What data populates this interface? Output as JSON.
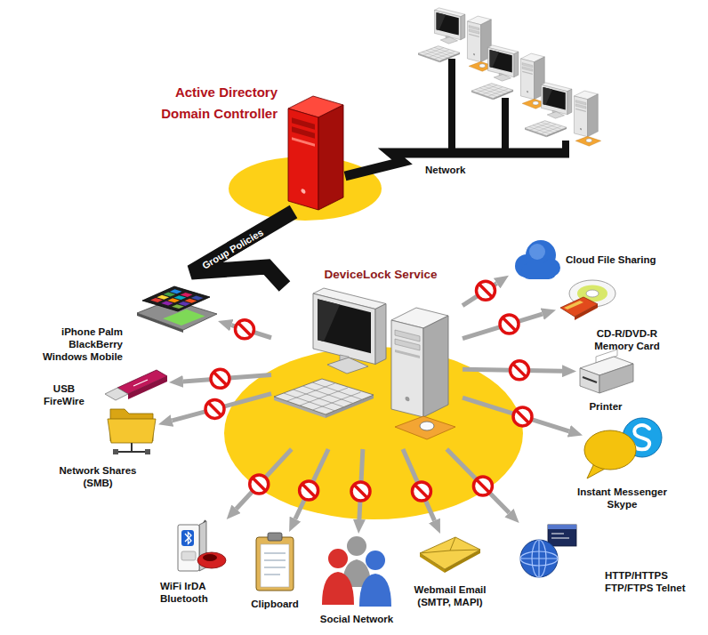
{
  "diagram": {
    "nodes": [
      {
        "text": [
          "Active Directory Domain Controller"
        ]
      },
      {
        "text": [
          "DeviceLock Service"
        ]
      },
      {
        "text": [
          "Cloud File Sharing"
        ]
      },
      {
        "text": [
          "CD-R/DVD-R Memory Card"
        ]
      },
      {
        "text": [
          "Printer"
        ]
      },
      {
        "text": [
          "Instant Messenger Skype"
        ]
      },
      {
        "text": [
          "HTTP/HTTPS FTP/FTPS Telnet"
        ]
      },
      {
        "text": [
          "Webmail Email (SMTP, MAPI)"
        ]
      },
      {
        "text": [
          "Social Network"
        ]
      },
      {
        "text": [
          "Clipboard"
        ]
      },
      {
        "text": [
          "WiFi IrDA Bluetooth"
        ]
      },
      {
        "text": [
          "Network Shares (SMB)"
        ]
      },
      {
        "text": [
          "USB FireWire"
        ]
      },
      {
        "text": [
          "iPhone Palm BlackBerry Windows Mobile"
        ]
      }
    ],
    "edges": [
      {
        "from": 0,
        "to": 1,
        "label": "Group Policies",
        "arrow": "none"
      },
      {
        "from": 1,
        "to": 2,
        "arrow": "to"
      },
      {
        "from": 1,
        "to": 3,
        "arrow": "to"
      },
      {
        "from": 1,
        "to": 4,
        "arrow": "to"
      },
      {
        "from": 1,
        "to": 5,
        "arrow": "to"
      },
      {
        "from": 1,
        "to": 6,
        "arrow": "to"
      },
      {
        "from": 1,
        "to": 7,
        "arrow": "to"
      },
      {
        "from": 1,
        "to": 8,
        "arrow": "to"
      },
      {
        "from": 1,
        "to": 9,
        "arrow": "to"
      },
      {
        "from": 1,
        "to": 10,
        "arrow": "to"
      },
      {
        "from": 1,
        "to": 11,
        "arrow": "to"
      },
      {
        "from": 1,
        "to": 12,
        "arrow": "to"
      },
      {
        "from": 1,
        "to": 13,
        "arrow": "to"
      }
    ],
    "labels": [
      "Network"
    ]
  }
}
